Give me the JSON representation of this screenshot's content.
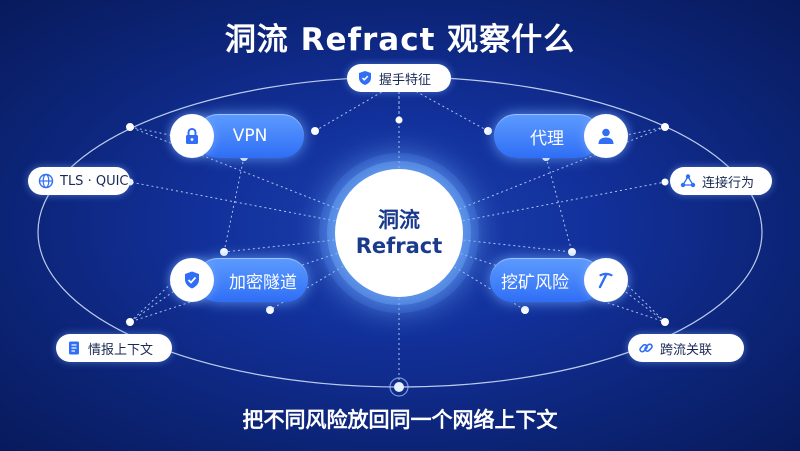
{
  "title": "洞流 Refract 观察什么",
  "footer": "把不同风险放回同一个网络上下文",
  "center": {
    "line1": "洞流",
    "line2": "Refract"
  },
  "top_tag": {
    "label": "握手特征",
    "icon": "shield-icon"
  },
  "left_tags": [
    {
      "label": "TLS · QUIC",
      "icon": "globe-icon"
    },
    {
      "label": "情报上下文",
      "icon": "document-icon"
    }
  ],
  "right_tags": [
    {
      "label": "连接行为",
      "icon": "network-icon"
    },
    {
      "label": "跨流关联",
      "icon": "link-icon"
    }
  ],
  "features": [
    {
      "label": "VPN",
      "icon": "lock-icon"
    },
    {
      "label": "代理",
      "icon": "user-icon"
    },
    {
      "label": "加密隧道",
      "icon": "shield-check-icon"
    },
    {
      "label": "挖矿风险",
      "icon": "pickaxe-icon"
    }
  ],
  "colors": {
    "background": "#12309a",
    "accent": "#2f6ef5",
    "pill_text": "#1a2a55",
    "center_text": "#1a3a8c"
  }
}
